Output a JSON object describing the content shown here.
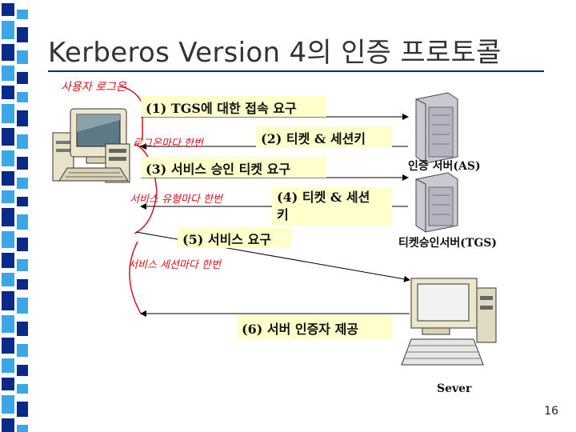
{
  "slide": {
    "title": "Kerberos Version 4의 인증 프로토콜",
    "page_number": "16"
  },
  "annotations": {
    "user_login": "사용자 로그온",
    "per_logon": "로그온마다 한번",
    "per_service_type": "서비스 유형마다 한번",
    "per_service_session": "서비스 세션마다 한번"
  },
  "messages": [
    {
      "label": "(1) TGS에 대한 접속 요구"
    },
    {
      "label": "(2) 티켓 & 세션키"
    },
    {
      "label": "(3) 서비스 승인 티켓 요구"
    },
    {
      "label_line1": "(4) 티켓 & 세션",
      "label_line2": "키"
    },
    {
      "label": "(5) 서비스 요구"
    },
    {
      "label": "(6) 서버 인증자 제공"
    }
  ],
  "servers": {
    "as_label": "인증 서버(AS)",
    "tgs_label": "티켓승인서버(TGS)",
    "server_label": "Sever"
  },
  "colors": {
    "stripe_dark": "#0a2a8a",
    "stripe_light": "#3ba7e6",
    "annotation_red": "#d4141e",
    "message_box": "#ffffcc"
  }
}
